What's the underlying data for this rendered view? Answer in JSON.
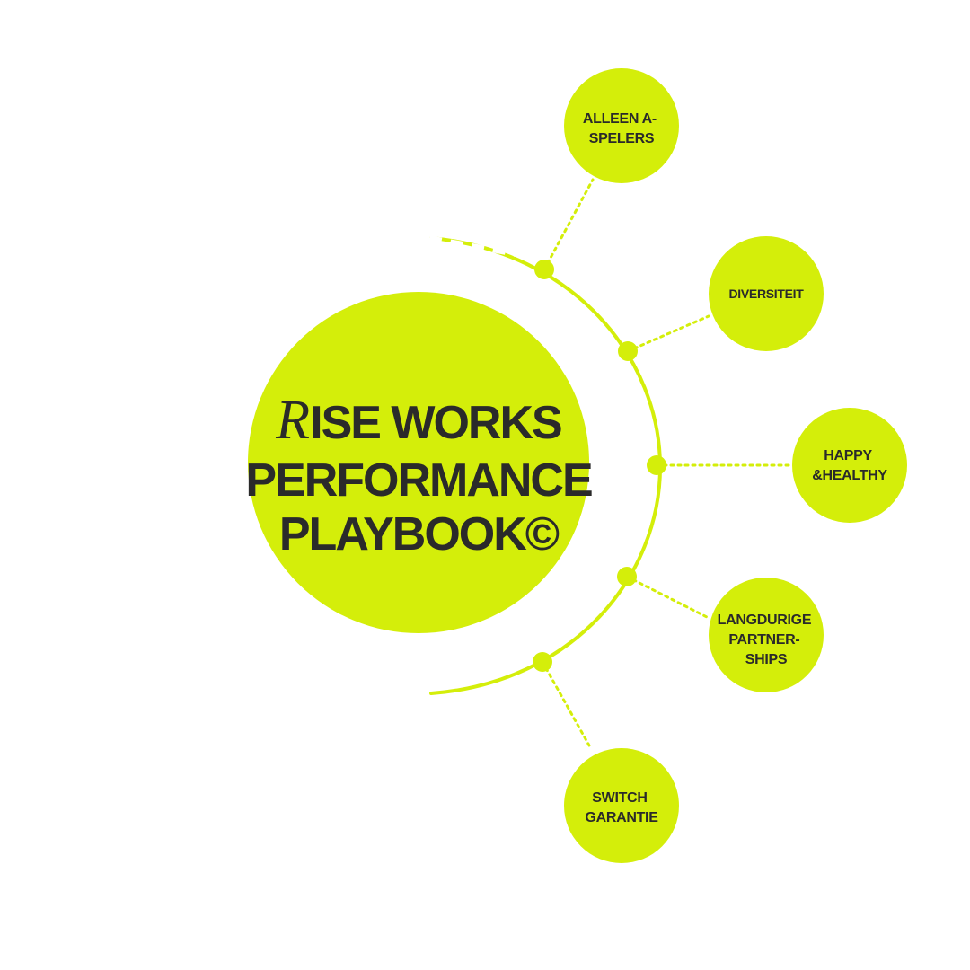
{
  "colors": {
    "accent": "#d4ee0a",
    "text": "#2a2a2a",
    "background": "#ffffff"
  },
  "hub": {
    "initial": "R",
    "line1_rest": "ISE WORKS",
    "line2": "PERFORMANCE",
    "line3": "PLAYBOOK©"
  },
  "nodes": [
    {
      "id": "alleen-a-spelers",
      "lines": [
        "ALLEEN A-",
        "SPELERS"
      ]
    },
    {
      "id": "diversiteit",
      "lines": [
        "DIVERSITEIT"
      ]
    },
    {
      "id": "happy-healthy",
      "lines": [
        "HAPPY",
        "&HEALTHY"
      ]
    },
    {
      "id": "langdurige-partnerships",
      "lines": [
        "LANGDURIGE",
        "PARTNER-",
        "SHIPS"
      ]
    },
    {
      "id": "switch-garantie",
      "lines": [
        "SWITCH",
        "GARANTIE"
      ]
    }
  ]
}
